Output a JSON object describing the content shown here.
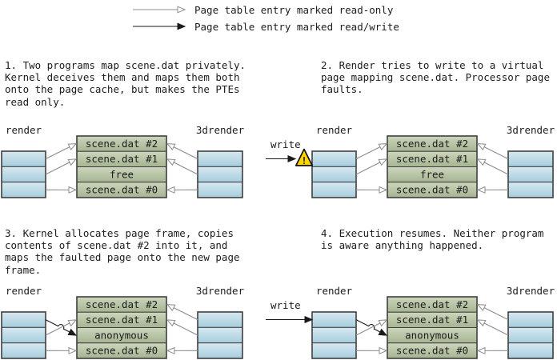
{
  "legend": {
    "items": [
      {
        "label": "Page table entry marked read-only",
        "arrow": "open"
      },
      {
        "label": "Page table entry marked read/write",
        "arrow": "filled"
      }
    ]
  },
  "colors": {
    "background": "#ffffff",
    "text": "#1c1c1c",
    "arrow_gray": "#8c8c8c",
    "arrow_black": "#1a1a1a",
    "table_border": "#3f3f3f",
    "process_fill_top": "#d7e9f1",
    "process_fill_bottom": "#a6cddd",
    "frame_fill_top": "#ccd6bc",
    "frame_fill_bottom": "#a6b492",
    "warning_fill": "#ffd400"
  },
  "panels": [
    {
      "caption": [
        "1. Two programs map scene.dat privately.",
        "Kernel deceives them and maps them both",
        "onto the page cache, but makes the PTEs",
        "read only."
      ],
      "left_label": "render",
      "right_label": "3drender",
      "frames": [
        "scene.dat #2",
        "scene.dat #1",
        "free",
        "scene.dat #0"
      ],
      "left_arrows": [
        {
          "row": 0,
          "frame": 0,
          "type": "open"
        },
        {
          "row": 1,
          "frame": 1,
          "type": "open"
        },
        {
          "row": 2,
          "frame": 3,
          "type": "open"
        }
      ],
      "right_arrows": [
        {
          "row": 0,
          "frame": 0,
          "type": "open"
        },
        {
          "row": 1,
          "frame": 1,
          "type": "open"
        },
        {
          "row": 2,
          "frame": 3,
          "type": "open"
        }
      ],
      "write_label": null,
      "page_fault": false
    },
    {
      "caption": [
        "2. Render tries to write to a virtual",
        "page mapping scene.dat. Processor page",
        "faults."
      ],
      "left_label": "render",
      "right_label": "3drender",
      "frames": [
        "scene.dat #2",
        "scene.dat #1",
        "free",
        "scene.dat #0"
      ],
      "left_arrows": [
        {
          "row": 0,
          "frame": 0,
          "type": "open"
        },
        {
          "row": 1,
          "frame": 1,
          "type": "open"
        },
        {
          "row": 2,
          "frame": 3,
          "type": "open"
        }
      ],
      "right_arrows": [
        {
          "row": 0,
          "frame": 0,
          "type": "open"
        },
        {
          "row": 1,
          "frame": 1,
          "type": "open"
        },
        {
          "row": 2,
          "frame": 3,
          "type": "open"
        }
      ],
      "write_label": "write",
      "page_fault": true
    },
    {
      "caption": [
        "3. Kernel allocates page frame, copies",
        "contents of scene.dat #2 into it, and",
        "maps the faulted page onto the new page",
        "frame."
      ],
      "left_label": "render",
      "right_label": "3drender",
      "frames": [
        "scene.dat #2",
        "scene.dat #1",
        "anonymous",
        "scene.dat #0"
      ],
      "left_arrows": [
        {
          "row": 0,
          "frame": 2,
          "type": "filled",
          "hop": true
        },
        {
          "row": 1,
          "frame": 1,
          "type": "open"
        },
        {
          "row": 2,
          "frame": 3,
          "type": "open"
        }
      ],
      "right_arrows": [
        {
          "row": 0,
          "frame": 0,
          "type": "open"
        },
        {
          "row": 1,
          "frame": 1,
          "type": "open"
        },
        {
          "row": 2,
          "frame": 3,
          "type": "open"
        }
      ],
      "write_label": null,
      "page_fault": false
    },
    {
      "caption": [
        "4. Execution resumes. Neither program",
        "is aware anything happened."
      ],
      "left_label": "render",
      "right_label": "3drender",
      "frames": [
        "scene.dat #2",
        "scene.dat #1",
        "anonymous",
        "scene.dat #0"
      ],
      "left_arrows": [
        {
          "row": 0,
          "frame": 2,
          "type": "filled",
          "hop": true
        },
        {
          "row": 1,
          "frame": 1,
          "type": "open"
        },
        {
          "row": 2,
          "frame": 3,
          "type": "open"
        }
      ],
      "right_arrows": [
        {
          "row": 0,
          "frame": 0,
          "type": "open"
        },
        {
          "row": 1,
          "frame": 1,
          "type": "open"
        },
        {
          "row": 2,
          "frame": 3,
          "type": "open"
        }
      ],
      "write_label": "write",
      "page_fault": false
    }
  ]
}
